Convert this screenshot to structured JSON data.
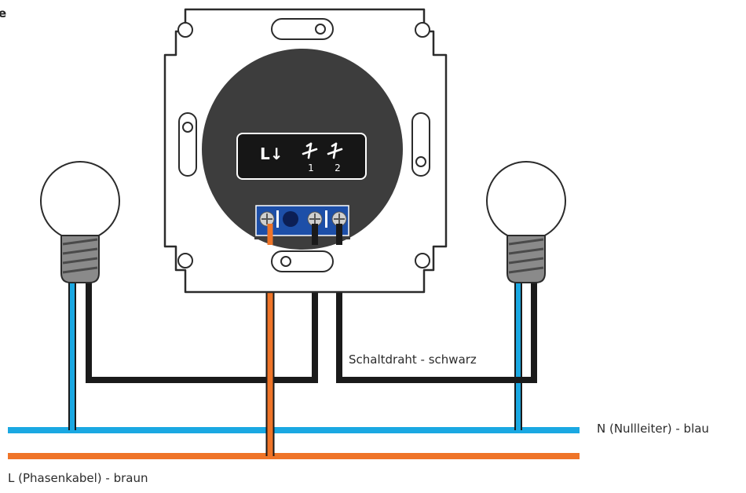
{
  "corner_text": "e",
  "labels": {
    "switch_wire": "Schaltdraht - schwarz",
    "neutral": "N (Nullleiter) - blau",
    "phase": "L (Phasenkabel) - braun"
  },
  "module": {
    "symbol_left": "L↓",
    "symbol_out": "↗",
    "terminal_1": "1",
    "terminal_2": "2"
  },
  "colors": {
    "neutral_wire": "#1aa8e2",
    "phase_wire": "#ef7428",
    "switch_wire": "#1a1a1a",
    "module_body": "#3d3d3d",
    "terminal_block": "#1d4fa8",
    "bulb_base": "#8a8a8a"
  }
}
